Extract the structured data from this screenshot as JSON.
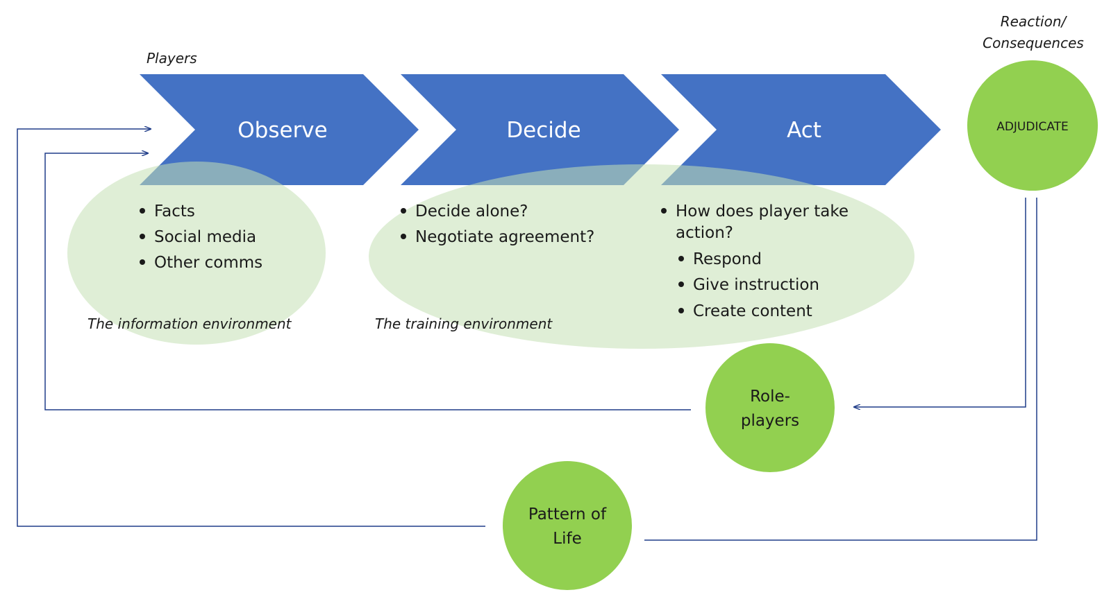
{
  "labels": {
    "players": "Players",
    "reaction_line1": "Reaction/",
    "reaction_line2": "Consequences",
    "info_env": "The information environment",
    "training_env": "The training environment"
  },
  "chevrons": [
    {
      "label": "Observe"
    },
    {
      "label": "Decide"
    },
    {
      "label": "Act"
    }
  ],
  "observe_bullets": [
    "Facts",
    "Social media",
    "Other comms"
  ],
  "decide_bullets": [
    "Decide alone?",
    "Negotiate agreement?"
  ],
  "act_bullets": {
    "main_line1": "How does player take",
    "main_line2": "action?",
    "sub": [
      "Respond",
      "Give instruction",
      "Create content"
    ]
  },
  "circles": {
    "adjudicate": "ADJUDICATE",
    "roleplayers_line1": "Role-",
    "roleplayers_line2": "players",
    "pattern_line1": "Pattern of",
    "pattern_line2": "Life"
  },
  "colors": {
    "chevron": "#4472C4",
    "circle": "#92D050",
    "ellipse": "#C5E0B4",
    "arrow": "#1F3C88"
  }
}
